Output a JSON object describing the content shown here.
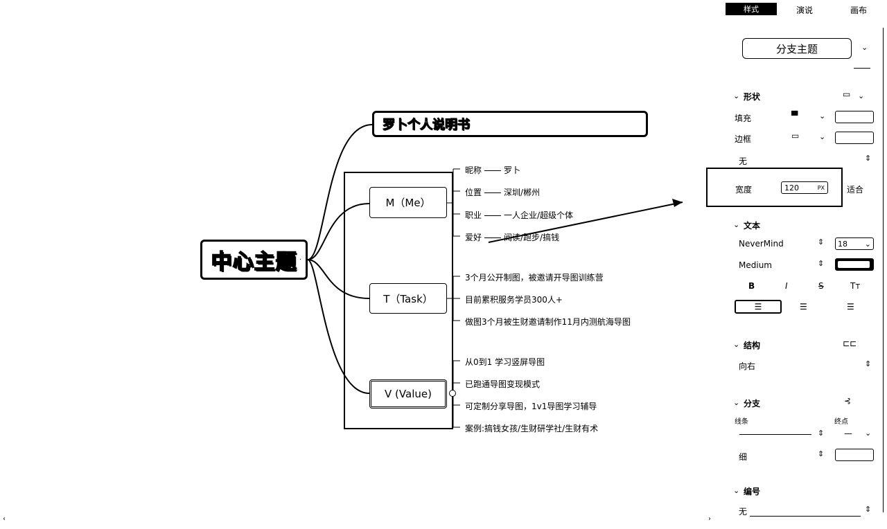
{
  "canvas": {
    "central_topic": "中心主题",
    "top_branch": "罗卜个人说明书",
    "branches": [
      {
        "label": "M（Me）"
      },
      {
        "label": "T（Task）"
      },
      {
        "label": "V (Value)"
      }
    ],
    "me_items": [
      {
        "key": "昵称",
        "value": "罗卜"
      },
      {
        "key": "位置",
        "value": "深圳/郴州"
      },
      {
        "key": "职业",
        "value": "一人企业/超级个体"
      },
      {
        "key": "爱好",
        "value": "阅读/跑步/搞钱"
      }
    ],
    "task_items": [
      "3个月公开制图，被邀请开导图训练营",
      "目前累积服务学员300人+",
      "做图3个月被生财邀请制作11月内测航海导图"
    ],
    "value_items": [
      "从0到1 学习竖屏导图",
      "已跑通导图变现模式",
      "可定制分享导图，1v1导图学习辅导",
      "案例:搞钱女孩/生财研学社/生财有术"
    ]
  },
  "panel": {
    "tabs": {
      "style": "样式",
      "present": "演说",
      "canvas": "画布"
    },
    "theme_select": "分支主题",
    "shape": {
      "title": "形状",
      "fill_label": "填充",
      "border_label": "边框",
      "border_style": "无",
      "width_label": "宽度",
      "width_value": "120",
      "width_unit": "PX",
      "fit_label": "适合"
    },
    "text": {
      "title": "文本",
      "font": "NeverMind",
      "size": "18",
      "weight": "Medium",
      "bold": "B",
      "italic": "I",
      "strike": "S",
      "case": "Tт"
    },
    "structure": {
      "title": "结构",
      "value": "向右"
    },
    "branch": {
      "title": "分支",
      "line_label": "线条",
      "end_label": "终点",
      "weight": "细"
    },
    "numbering": {
      "title": "编号",
      "value": "无"
    }
  }
}
